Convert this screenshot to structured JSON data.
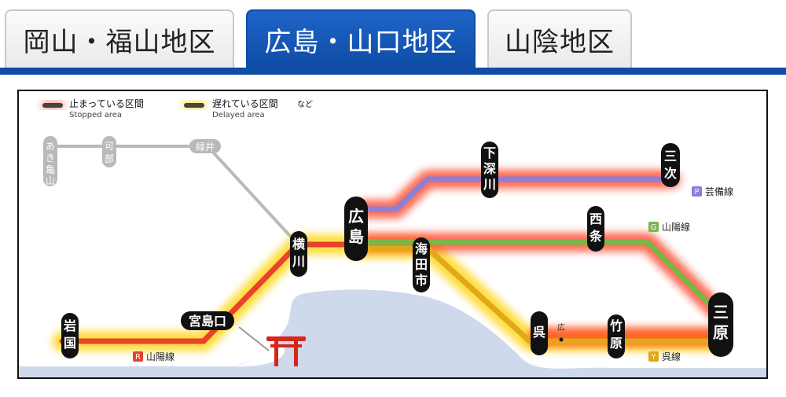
{
  "tabs": [
    {
      "label": "岡山・福山地区",
      "active": false
    },
    {
      "label": "広島・山口地区",
      "active": true
    },
    {
      "label": "山陰地区",
      "active": false
    }
  ],
  "legend": {
    "stopped": {
      "label": "止まっている区間",
      "sub": "Stopped area"
    },
    "delayed": {
      "label": "遅れている区間",
      "suffix": "など",
      "sub": "Delayed area"
    }
  },
  "lines": {
    "geibi": {
      "badge": "P",
      "name": "芸備線",
      "color": "#8b7fd6"
    },
    "sanyo_g": {
      "badge": "G",
      "name": "山陽線",
      "color": "#7ab648"
    },
    "sanyo_r": {
      "badge": "R",
      "name": "山陽線",
      "color": "#e8412c"
    },
    "kure": {
      "badge": "Y",
      "name": "呉線",
      "color": "#e0a81a"
    }
  },
  "stations": {
    "akiogoriyama": "あき亀山",
    "kabe": "可部",
    "midorii": "緑井",
    "yokogawa": "横川",
    "hiroshima": "広島",
    "shimofukawa": "下深川",
    "miyoshi": "三次",
    "saijo": "西条",
    "kaitaichi": "海田市",
    "mihara": "三原",
    "kure": "呉",
    "takehara": "竹原",
    "hiro": "広",
    "miyajimaguchi": "宮島口",
    "iwakuni": "岩国"
  },
  "colors": {
    "stopped_glow": "#ff3b1f",
    "delayed_glow": "#ffd200",
    "tab_active": "#0f4da6",
    "sea": "#cfd9ec"
  }
}
